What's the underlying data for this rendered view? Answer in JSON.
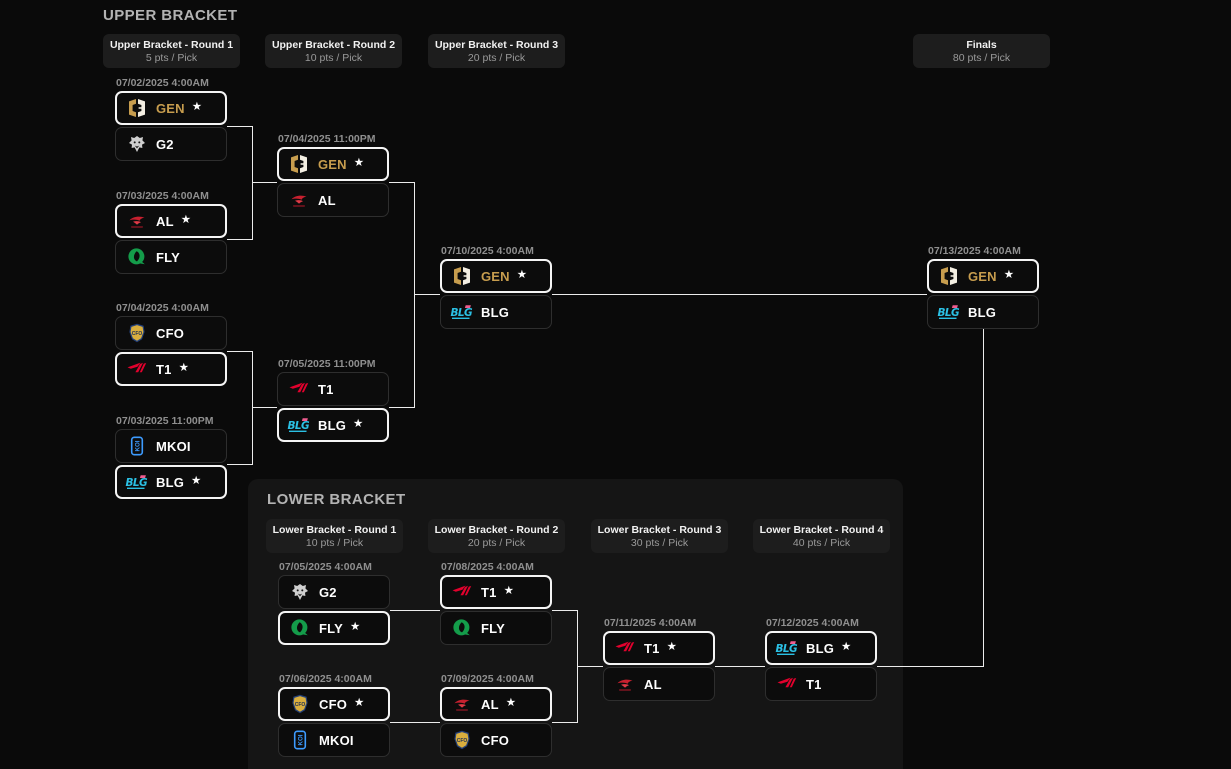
{
  "pick_star": "★",
  "colors": {
    "background": "#0a0a0a",
    "panel": "#151515",
    "header_chip": "#1d1d1d",
    "pick_border": "#f5f5f5",
    "connector": "#ececec",
    "gen_gold": "#c79d4e",
    "t1_red": "#e2012d",
    "fly_green": "#149c4a",
    "mkoi_blue": "#3d9bff",
    "al_red": "#c8202f",
    "cfo_gold": "#d9ae3e",
    "blg_cyan": "#2bc0e4"
  },
  "upper": {
    "title": "UPPER BRACKET",
    "rounds": [
      {
        "label": "Upper Bracket - Round 1",
        "points": "5 pts / Pick"
      },
      {
        "label": "Upper Bracket - Round 2",
        "points": "10 pts / Pick"
      },
      {
        "label": "Upper Bracket - Round 3",
        "points": "20 pts / Pick"
      },
      {
        "label": "Finals",
        "points": "80 pts / Pick"
      }
    ],
    "matches": [
      {
        "date": "07/02/2025 4:00AM",
        "teams": [
          {
            "code": "GEN",
            "icon": "gen-logo",
            "picked": true,
            "name_color": "#c79d4e"
          },
          {
            "code": "G2",
            "icon": "g2-logo",
            "picked": false
          }
        ]
      },
      {
        "date": "07/03/2025 4:00AM",
        "teams": [
          {
            "code": "AL",
            "icon": "al-logo",
            "picked": true
          },
          {
            "code": "FLY",
            "icon": "fly-logo",
            "picked": false
          }
        ]
      },
      {
        "date": "07/04/2025 4:00AM",
        "teams": [
          {
            "code": "CFO",
            "icon": "cfo-logo",
            "picked": false
          },
          {
            "code": "T1",
            "icon": "t1-logo",
            "picked": true
          }
        ]
      },
      {
        "date": "07/03/2025 11:00PM",
        "teams": [
          {
            "code": "MKOI",
            "icon": "mkoi-logo",
            "picked": false
          },
          {
            "code": "BLG",
            "icon": "blg-logo",
            "picked": true
          }
        ]
      },
      {
        "date": "07/04/2025 11:00PM",
        "teams": [
          {
            "code": "GEN",
            "icon": "gen-logo",
            "picked": true,
            "name_color": "#c79d4e"
          },
          {
            "code": "AL",
            "icon": "al-logo",
            "picked": false
          }
        ]
      },
      {
        "date": "07/05/2025 11:00PM",
        "teams": [
          {
            "code": "T1",
            "icon": "t1-logo",
            "picked": false
          },
          {
            "code": "BLG",
            "icon": "blg-logo",
            "picked": true
          }
        ]
      },
      {
        "date": "07/10/2025 4:00AM",
        "teams": [
          {
            "code": "GEN",
            "icon": "gen-logo",
            "picked": true,
            "name_color": "#c79d4e"
          },
          {
            "code": "BLG",
            "icon": "blg-logo",
            "picked": false
          }
        ]
      },
      {
        "date": "07/13/2025 4:00AM",
        "teams": [
          {
            "code": "GEN",
            "icon": "gen-logo",
            "picked": true,
            "name_color": "#c79d4e"
          },
          {
            "code": "BLG",
            "icon": "blg-logo",
            "picked": false
          }
        ]
      }
    ]
  },
  "lower": {
    "title": "LOWER BRACKET",
    "rounds": [
      {
        "label": "Lower Bracket - Round 1",
        "points": "10 pts / Pick"
      },
      {
        "label": "Lower Bracket - Round 2",
        "points": "20 pts / Pick"
      },
      {
        "label": "Lower Bracket - Round 3",
        "points": "30 pts / Pick"
      },
      {
        "label": "Lower Bracket - Round 4",
        "points": "40 pts / Pick"
      }
    ],
    "matches": [
      {
        "date": "07/05/2025 4:00AM",
        "teams": [
          {
            "code": "G2",
            "icon": "g2-logo",
            "picked": false
          },
          {
            "code": "FLY",
            "icon": "fly-logo",
            "picked": true
          }
        ]
      },
      {
        "date": "07/06/2025 4:00AM",
        "teams": [
          {
            "code": "CFO",
            "icon": "cfo-logo",
            "picked": true
          },
          {
            "code": "MKOI",
            "icon": "mkoi-logo",
            "picked": false
          }
        ]
      },
      {
        "date": "07/08/2025 4:00AM",
        "teams": [
          {
            "code": "T1",
            "icon": "t1-logo",
            "picked": true
          },
          {
            "code": "FLY",
            "icon": "fly-logo",
            "picked": false
          }
        ]
      },
      {
        "date": "07/09/2025 4:00AM",
        "teams": [
          {
            "code": "AL",
            "icon": "al-logo",
            "picked": true
          },
          {
            "code": "CFO",
            "icon": "cfo-logo",
            "picked": false
          }
        ]
      },
      {
        "date": "07/11/2025 4:00AM",
        "teams": [
          {
            "code": "T1",
            "icon": "t1-logo",
            "picked": true
          },
          {
            "code": "AL",
            "icon": "al-logo",
            "picked": false
          }
        ]
      },
      {
        "date": "07/12/2025 4:00AM",
        "teams": [
          {
            "code": "BLG",
            "icon": "blg-logo",
            "picked": true
          },
          {
            "code": "T1",
            "icon": "t1-logo",
            "picked": false
          }
        ]
      }
    ]
  }
}
